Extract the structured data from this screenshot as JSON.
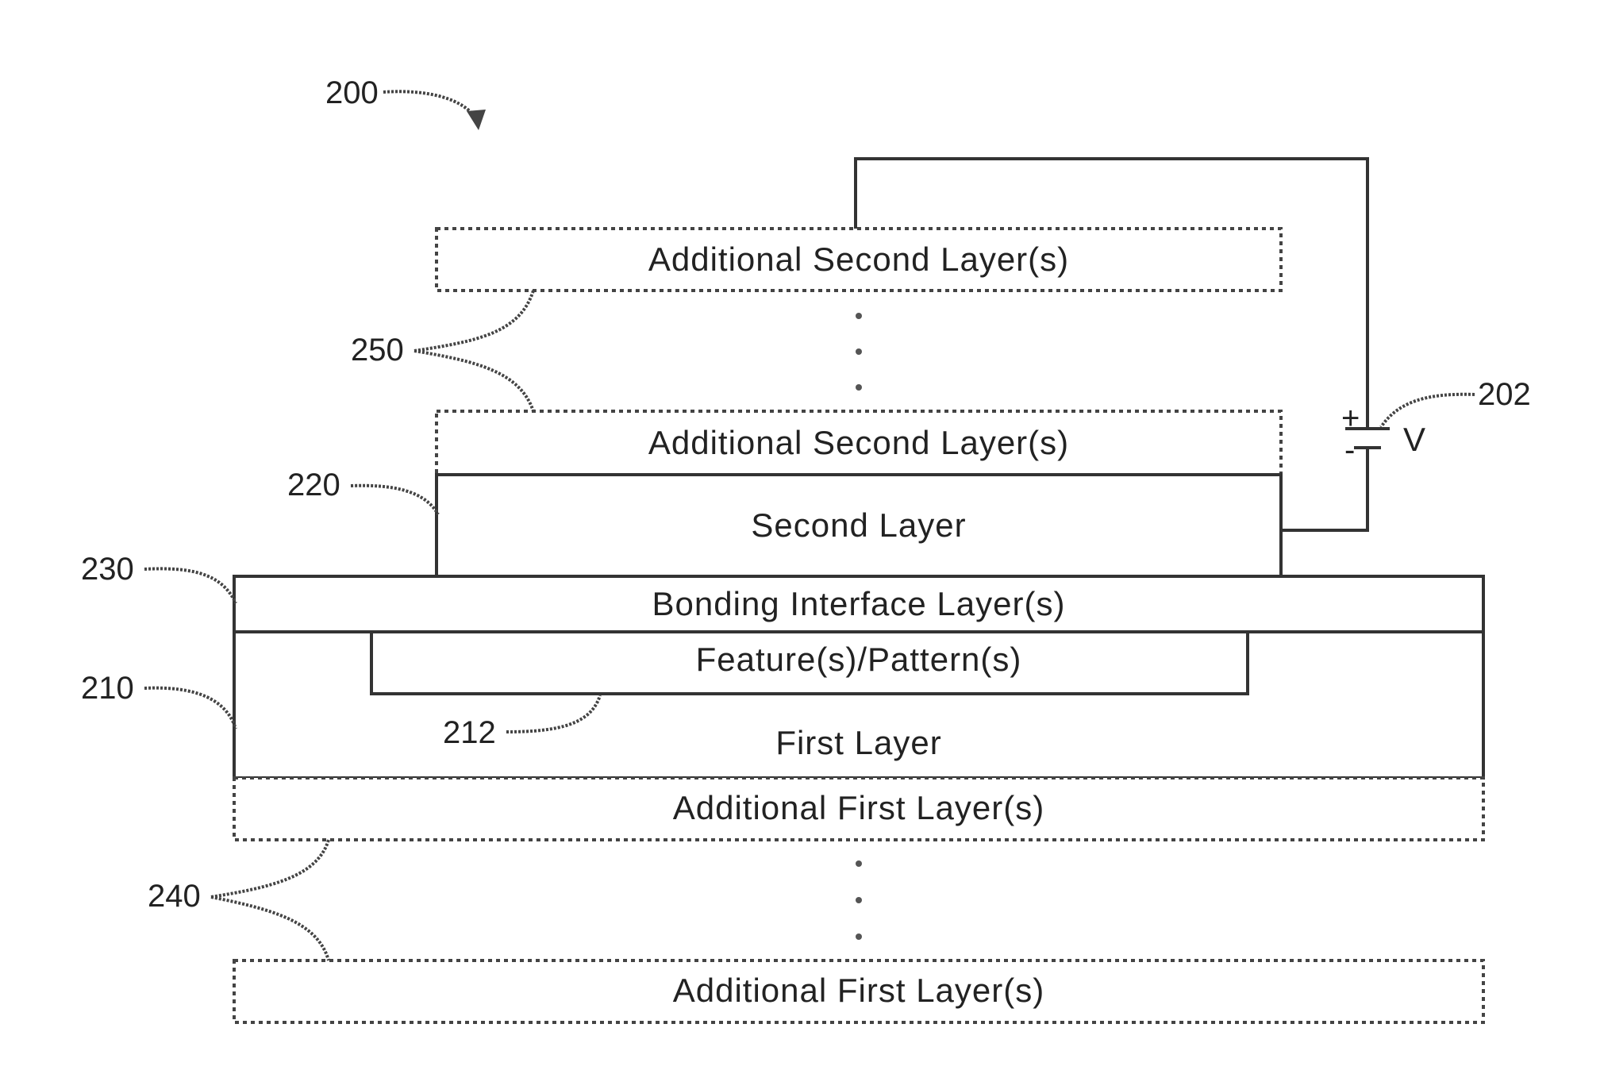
{
  "figure": {
    "ref": "200"
  },
  "layers": {
    "additional_second_top": "Additional Second Layer(s)",
    "additional_second_bottom": "Additional Second Layer(s)",
    "second_layer": "Second Layer",
    "bonding_interface": "Bonding Interface Layer(s)",
    "features": "Feature(s)/Pattern(s)",
    "first_layer": "First Layer",
    "additional_first_top": "Additional First Layer(s)",
    "additional_first_bottom": "Additional First Layer(s)"
  },
  "refs": {
    "voltage_source": "202",
    "first_layer": "210",
    "features": "212",
    "second_layer": "220",
    "bonding_interface": "230",
    "additional_first": "240",
    "additional_second": "250"
  },
  "voltage": {
    "label": "V",
    "plus": "+",
    "minus": "-"
  }
}
